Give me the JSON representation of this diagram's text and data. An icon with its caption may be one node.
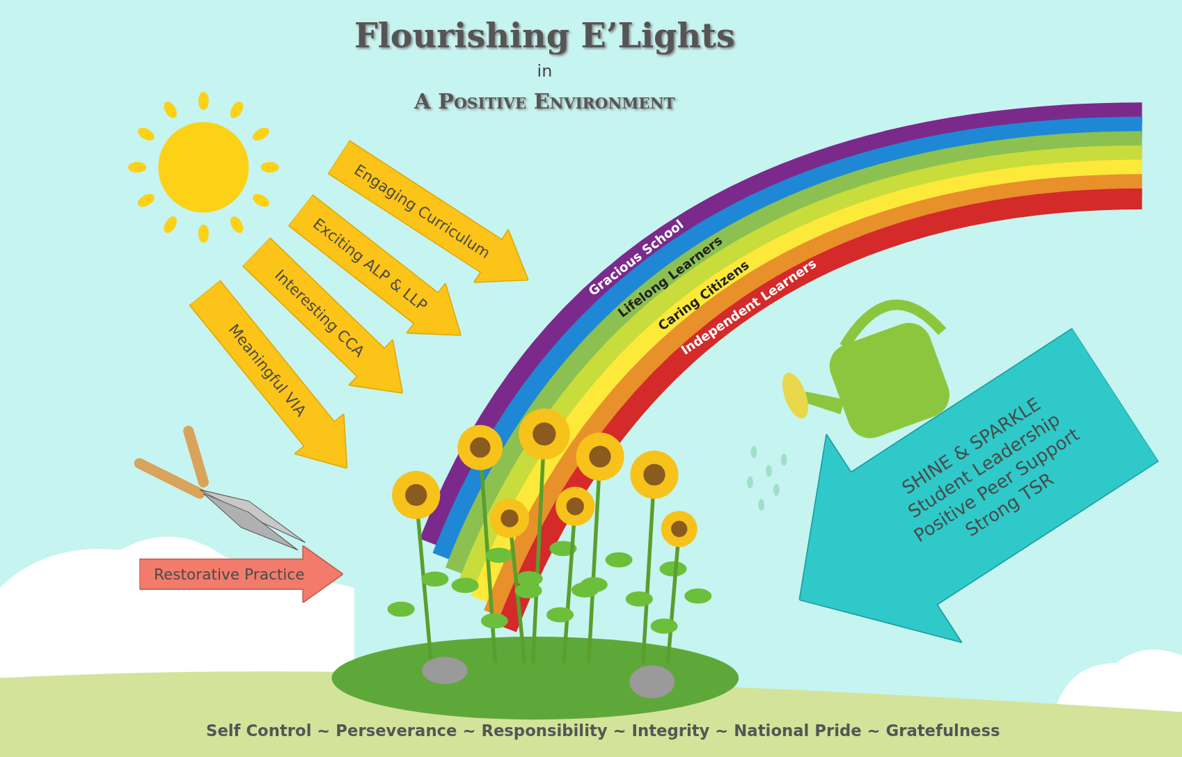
{
  "diagram": {
    "title": "Flourishing E’Lights",
    "nodes": [
      {
        "text": [
          "Engaging Curriculum"
        ]
      },
      {
        "text": [
          "Exciting ALP & LLP"
        ]
      },
      {
        "text": [
          "Interesting CCA"
        ]
      },
      {
        "text": [
          "Meaningful VIA"
        ]
      },
      {
        "text": [
          "Restorative Practice"
        ]
      },
      {
        "text": [
          "SHINE & SPARKLE",
          "Student Leadership",
          "Positive Peer Support",
          "Strong TSR"
        ]
      }
    ],
    "edges": [],
    "labels": [
      "in",
      "A Positive Environment",
      "Gracious School",
      "Lifelong Learners",
      "Caring Citizens",
      "Independent Learners",
      "Self Control ~ Perseverance ~ Responsibility ~ Integrity ~ National Pride ~ Gratefulness"
    ]
  }
}
